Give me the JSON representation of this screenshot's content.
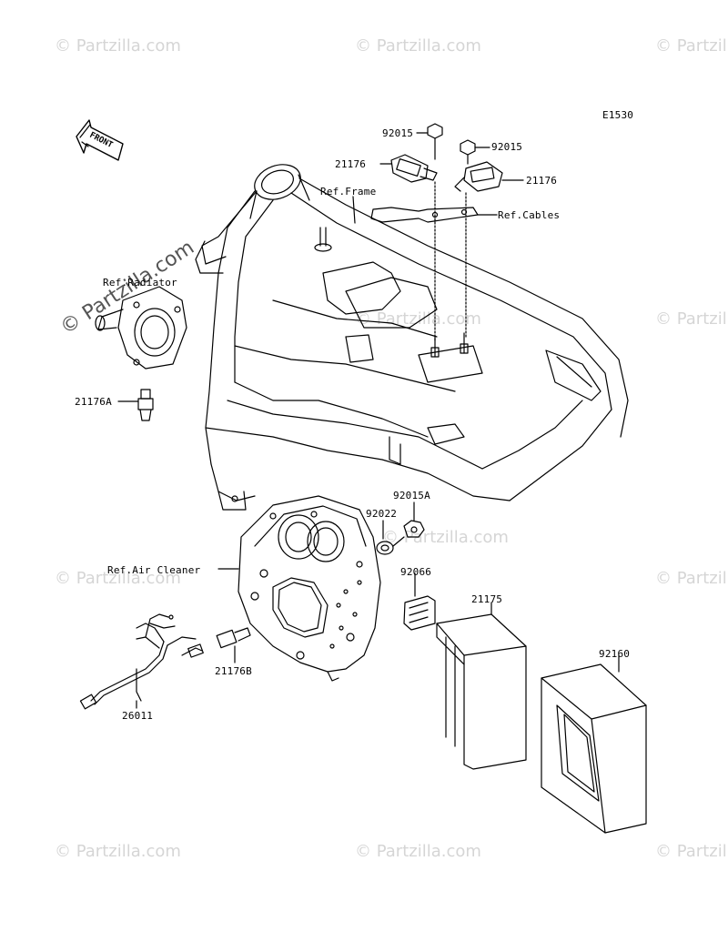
{
  "diagram": {
    "code": "E1530",
    "front_label": "FRONT",
    "watermark": "© Partzilla.com",
    "watermark_big": "© Partzilla.com",
    "refs": {
      "frame": "Ref.Frame",
      "cables": "Ref.Cables",
      "radiator": "Ref.Radiator",
      "air_cleaner": "Ref.Air Cleaner"
    },
    "parts": {
      "p92015_left": "92015",
      "p92015_right": "92015",
      "p21176_left": "21176",
      "p21176_right": "21176",
      "p21176A": "21176A",
      "p92015A": "92015A",
      "p92022": "92022",
      "p92066": "92066",
      "p21175": "21175",
      "p92160": "92160",
      "p21176B": "21176B",
      "p26011": "26011"
    }
  }
}
